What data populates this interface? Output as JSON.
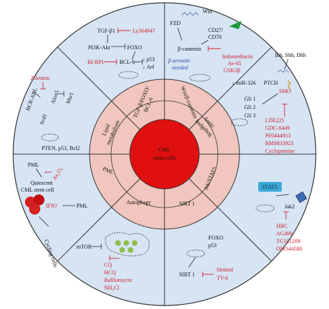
{
  "center": {
    "line1": "CML",
    "line2": "stem cells"
  },
  "sectors": {
    "tgf": "TGF-β/FOXO/",
    "tgf2": "BCL-6",
    "wnt": "Wnt/β-cantenin",
    "sonic": "Sonic",
    "sonic2": "hedgehog",
    "jak": "Jak/STAT5",
    "sirt": "SIRT 1",
    "auto": "Autophagy",
    "pml": "PML",
    "lipid": "Lipid",
    "lipid2": "metabolism"
  },
  "tgf_panel": {
    "tgfb1": "TGF-β1",
    "ly": "Ly364947",
    "pi3k": "PI3K-Akt",
    "foxo": "FOXO",
    "ribpi": "RI-BPI",
    "bcl6": "BCL-6",
    "p53": "p53",
    "arf": "Arf"
  },
  "wnt_panel": {
    "wnt": "Wnt",
    "fzd": "FZD",
    "cd27": "CD27/",
    "cd70": "CD70",
    "bcat": "β-cantenin",
    "barr1": "β-arrestin",
    "barr2": "needed",
    "indo": "Indomethacin",
    "av65": "Av-65",
    "gsk": "GSK3β"
  },
  "hh_panel": {
    "ligands": "Ihh, Shh, Dhh",
    "ptch": "PTCH",
    "mir": "miR-326",
    "smo": "SMO",
    "gli1": "Gli 1",
    "gli2": "Gli 2",
    "gli3": "Gli 3",
    "drugs": [
      "LDE225",
      "GDC-0449",
      "PF0444913",
      "BMS833923",
      "Cyclopamine"
    ]
  },
  "lipid_panel": {
    "zileuton": "Zileuton",
    "bcrabl": "BCR-ABL",
    "alox5": "Alox5",
    "scd1": "Scd1",
    "msr1": "Msr1",
    "pten": "PTEN, p53, Bcl2"
  },
  "pml_panel": {
    "pml": "PML",
    "as2o3": "As₂O₃",
    "quiescent1": "Quiescent",
    "quiescent2": "CML stem cell",
    "ifn": "IFN?",
    "pml2": "PML",
    "cycling": "Cycling cells"
  },
  "auto_panel": {
    "mtor": "mTOR",
    "drugs": [
      "CQ",
      "HCQ",
      "Bafilomycin",
      "NH₄Cl"
    ]
  },
  "sirt_panel": {
    "foxo": "FOXO",
    "p53": "p53",
    "sirt1": "SIRT 1",
    "sirtinol": "Sirtinol",
    "tv6": "TV-6"
  },
  "jak_panel": {
    "stat5": "STAT5",
    "jak2": "Jak2",
    "drugs": [
      "HBC",
      "AG490",
      "TG101209",
      "ONO44580"
    ]
  },
  "colors": {
    "outer_ring": "#d6e4f4",
    "middle_ring": "#f0c6be",
    "center": "#e01010",
    "accent_red": "#d0202a",
    "accent_blue": "#2a4fa8"
  }
}
